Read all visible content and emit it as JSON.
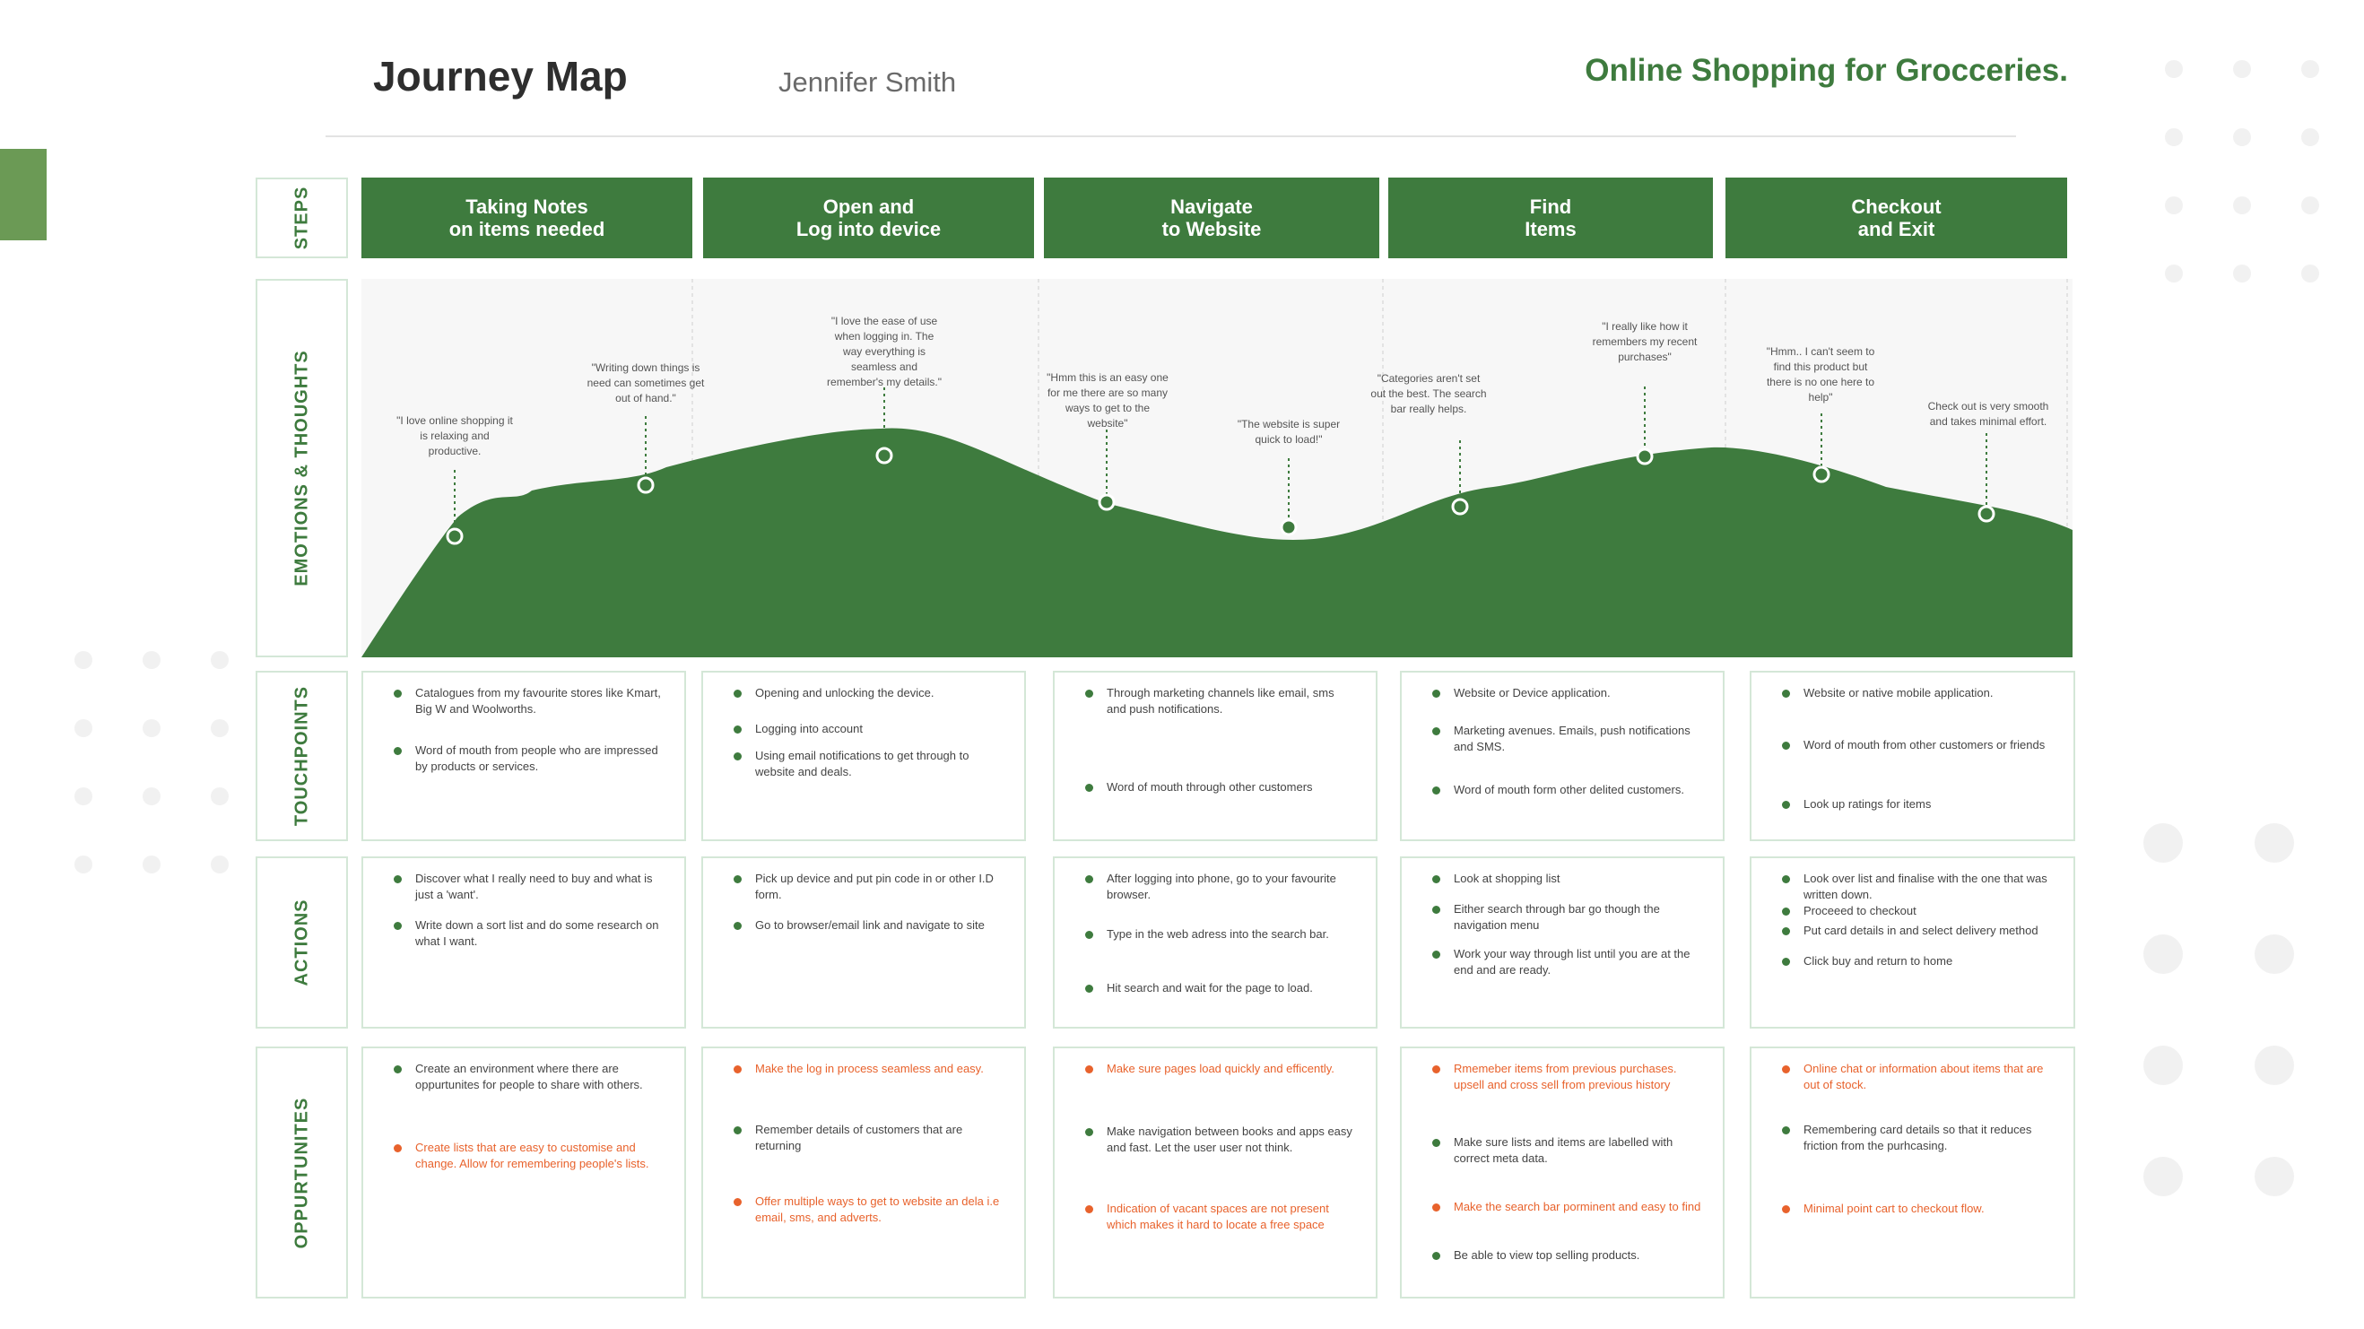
{
  "header": {
    "title": "Journey Map",
    "author": "Jennifer Smith",
    "subtitle": "Online Shopping for Grocceries."
  },
  "colors": {
    "primary": "#3e7b3e",
    "accent": "#6b9a55",
    "highlight": "#e8622c",
    "border": "#d4e7d7"
  },
  "row_labels": {
    "steps": "STEPS",
    "emotions": "EMOTIONS & THOUGHTS",
    "touchpoints": "TOUCHPOINTS",
    "actions": "ACTIONS",
    "opportunities": "OPPURTUNITES"
  },
  "steps": [
    {
      "label": "Taking Notes\non items needed"
    },
    {
      "label": "Open and\nLog into device"
    },
    {
      "label": "Navigate\nto Website"
    },
    {
      "label": "Find\nItems"
    },
    {
      "label": "Checkout\nand Exit"
    }
  ],
  "emotions": [
    "\"I love online shopping it is relaxing and productive.",
    "\"Writing down things is need can sometimes get out of hand.\"",
    "\"I love the ease of use when logging in. The way everything is seamless and remember's my details.\"",
    "\"Hmm this is an easy one for me there are so many ways to get to the website\"",
    "\"The website is super quick to load!\"",
    "\"Categories aren't set out the best. The search bar really helps.",
    "\"I really like how it remembers my recent purchases\"",
    "\"Hmm.. I can't seem to find this product but there is no one here to help\"",
    "Check out is very smooth and takes minimal effort."
  ],
  "touchpoints": [
    [
      {
        "text": "Catalogues from my favourite stores like Kmart, Big W and Woolworths.",
        "hl": false
      },
      {
        "text": "Word of mouth from people who are impressed by products or services.",
        "hl": false
      }
    ],
    [
      {
        "text": "Opening and unlocking the device.",
        "hl": false
      },
      {
        "text": "Logging into account",
        "hl": false
      },
      {
        "text": "Using email notifications to get through to website and deals.",
        "hl": false
      }
    ],
    [
      {
        "text": "Through marketing channels like email, sms and push notifications.",
        "hl": false
      },
      {
        "text": "Word of mouth through other customers",
        "hl": false
      }
    ],
    [
      {
        "text": "Website or Device application.",
        "hl": false
      },
      {
        "text": "Marketing avenues. Emails, push notifications and SMS.",
        "hl": false
      },
      {
        "text": "Word of mouth form other delited customers.",
        "hl": false
      }
    ],
    [
      {
        "text": "Website or native mobile application.",
        "hl": false
      },
      {
        "text": "Word of mouth from other customers or friends",
        "hl": false
      },
      {
        "text": "Look up ratings for items",
        "hl": false
      }
    ]
  ],
  "actions": [
    [
      {
        "text": "Discover what I really need to buy and what is just a 'want'.",
        "hl": false
      },
      {
        "text": "Write down a sort list and do some research on what I want.",
        "hl": false
      }
    ],
    [
      {
        "text": "Pick up device and put pin code in or other I.D form.",
        "hl": false
      },
      {
        "text": "Go to browser/email link and navigate to site",
        "hl": false
      }
    ],
    [
      {
        "text": "After logging into phone, go to your favourite browser.",
        "hl": false
      },
      {
        "text": "Type in the web adress into the search bar.",
        "hl": false
      },
      {
        "text": "Hit search and wait for the page to load.",
        "hl": false
      }
    ],
    [
      {
        "text": "Look at shopping list",
        "hl": false
      },
      {
        "text": "Either search through bar go though the navigation menu",
        "hl": false
      },
      {
        "text": "Work your way through list until you are at the end and are ready.",
        "hl": false
      }
    ],
    [
      {
        "text": "Look over list and finalise with the one that was written down.",
        "hl": false
      },
      {
        "text": "Proceeed to checkout",
        "hl": false
      },
      {
        "text": "Put card details in and select delivery method",
        "hl": false
      },
      {
        "text": "Click buy and return to home",
        "hl": false
      }
    ]
  ],
  "opportunities": [
    [
      {
        "text": "Create an environment where there are oppurtunites for people to share with others.",
        "hl": false
      },
      {
        "text": "Create lists that are easy to customise and change. Allow for remembering people's lists.",
        "hl": true
      }
    ],
    [
      {
        "text": "Make the log in process seamless and easy.",
        "hl": true
      },
      {
        "text": "Remember details of customers that are returning",
        "hl": false
      },
      {
        "text": "Offer multiple ways to get to website an dela i.e email, sms, and adverts.",
        "hl": true
      }
    ],
    [
      {
        "text": "Make sure pages load quickly and efficently.",
        "hl": true
      },
      {
        "text": "Make navigation between books and apps easy and fast. Let the user user not think.",
        "hl": false
      },
      {
        "text": "Indication of vacant spaces are not present which makes it hard to locate a free space",
        "hl": true
      }
    ],
    [
      {
        "text": "Rmemeber items from previous purchases. upsell and cross sell from previous history",
        "hl": true
      },
      {
        "text": "Make sure lists and items are labelled with correct meta data.",
        "hl": false
      },
      {
        "text": "Make the search bar porminent and easy to find",
        "hl": true
      },
      {
        "text": "Be able to view top selling products.",
        "hl": false
      }
    ],
    [
      {
        "text": "Online chat or information about items that are out of stock.",
        "hl": true
      },
      {
        "text": "Remembering card details so that it reduces friction from the purhcasing.",
        "hl": false
      },
      {
        "text": "Minimal point cart to checkout flow.",
        "hl": true
      }
    ]
  ]
}
